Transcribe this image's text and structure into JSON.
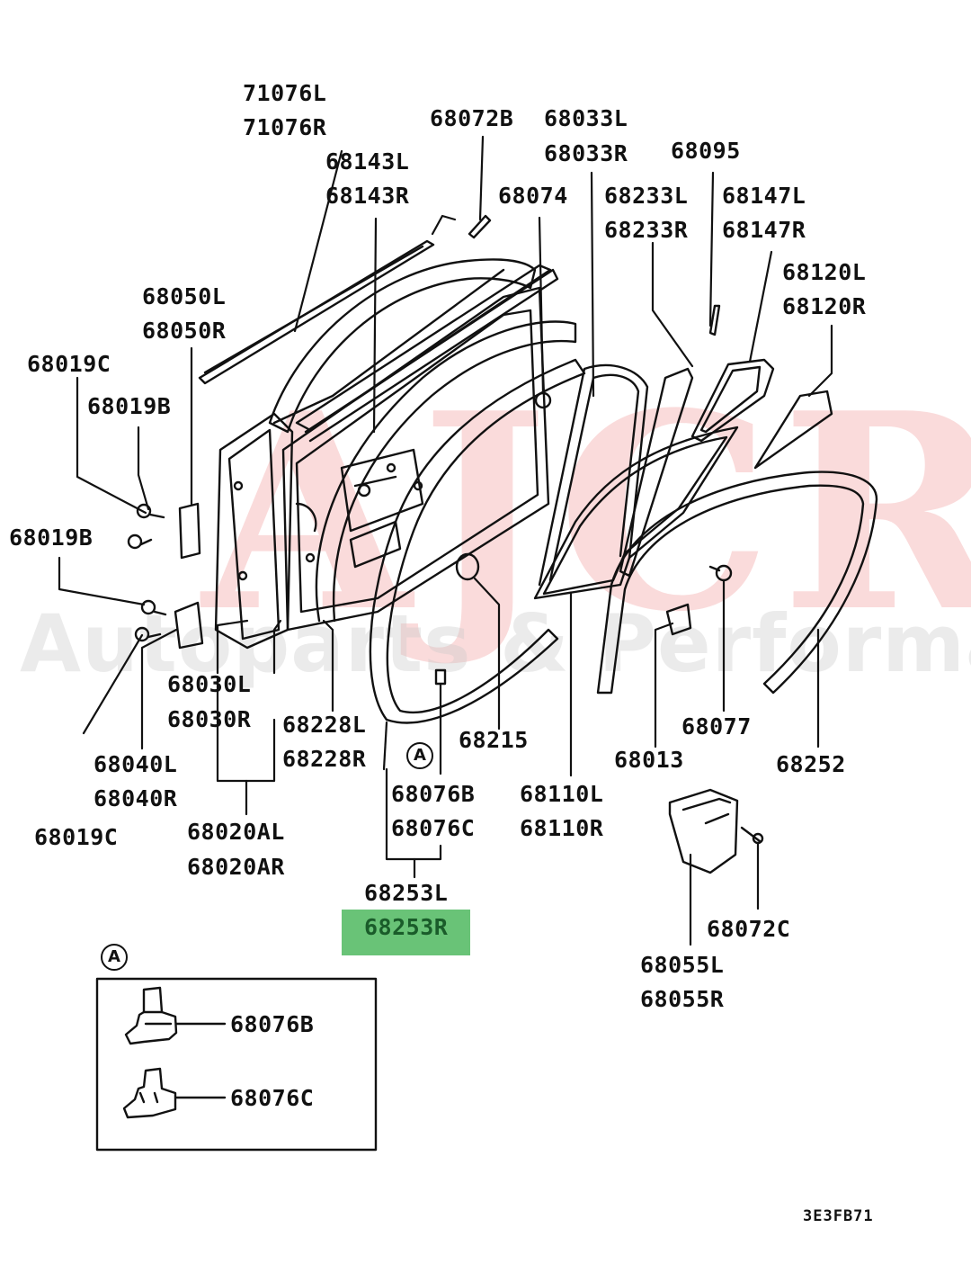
{
  "labels": {
    "p71076L": "71076L",
    "p71076R": "71076R",
    "p68072B": "68072B",
    "p68033L": "68033L",
    "p68033R": "68033R",
    "p68095": "68095",
    "p68143L": "68143L",
    "p68143R": "68143R",
    "p68074": "68074",
    "p68233L": "68233L",
    "p68233R": "68233R",
    "p68147L": "68147L",
    "p68147R": "68147R",
    "p68120L": "68120L",
    "p68120R": "68120R",
    "p68050L": "68050L",
    "p68050R": "68050R",
    "p68019C_top": "68019C",
    "p68019B_top": "68019B",
    "p68019B_mid": "68019B",
    "p68030L": "68030L",
    "p68030R": "68030R",
    "p68228L": "68228L",
    "p68228R": "68228R",
    "p68215": "68215",
    "p68013": "68013",
    "p68077": "68077",
    "p68252": "68252",
    "p68040L": "68040L",
    "p68040R": "68040R",
    "p68076B": "68076B",
    "p68076C": "68076C",
    "p68110L": "68110L",
    "p68110R": "68110R",
    "p68019C_bot": "68019C",
    "p68020AL": "68020AL",
    "p68020AR": "68020AR",
    "p68253L": "68253L",
    "p68253R": "68253R",
    "p68072C": "68072C",
    "p68055L": "68055L",
    "p68055R": "68055R",
    "inset_68076B": "68076B",
    "inset_68076C": "68076C"
  },
  "callout_marker": "A",
  "inset_marker": "A",
  "watermark": {
    "logo": "AJCR",
    "tagline": "Autoparts & Performance"
  },
  "diagram_code": "3E3FB71",
  "colors": {
    "highlight": "#69c377",
    "watermark_logo": "#e43b3b",
    "line": "#111111"
  }
}
